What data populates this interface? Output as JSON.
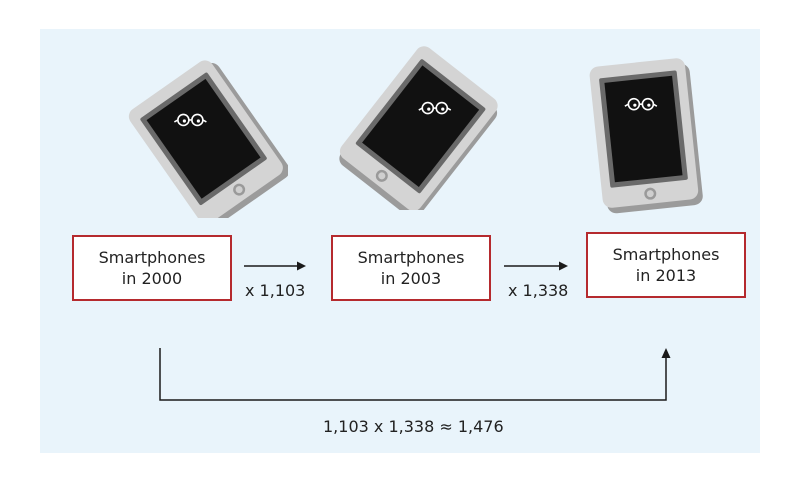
{
  "colors": {
    "background_panel": "#e9f4fb",
    "box_border": "#b52a2e",
    "arrow": "#1a1a1a",
    "phone_body": "#d2d2d2",
    "phone_screen": "#111111"
  },
  "stages": [
    {
      "line1": "Smartphones",
      "line2": "in 2000",
      "icon": "smartphone-icon"
    },
    {
      "line1": "Smartphones",
      "line2": "in 2003",
      "icon": "smartphone-icon"
    },
    {
      "line1": "Smartphones",
      "line2": "in 2013",
      "icon": "smartphone-icon"
    }
  ],
  "multipliers": [
    {
      "label": "x 1,103"
    },
    {
      "label": "x 1,338"
    }
  ],
  "formula": "1,103 x 1,338 ≈ 1,476"
}
